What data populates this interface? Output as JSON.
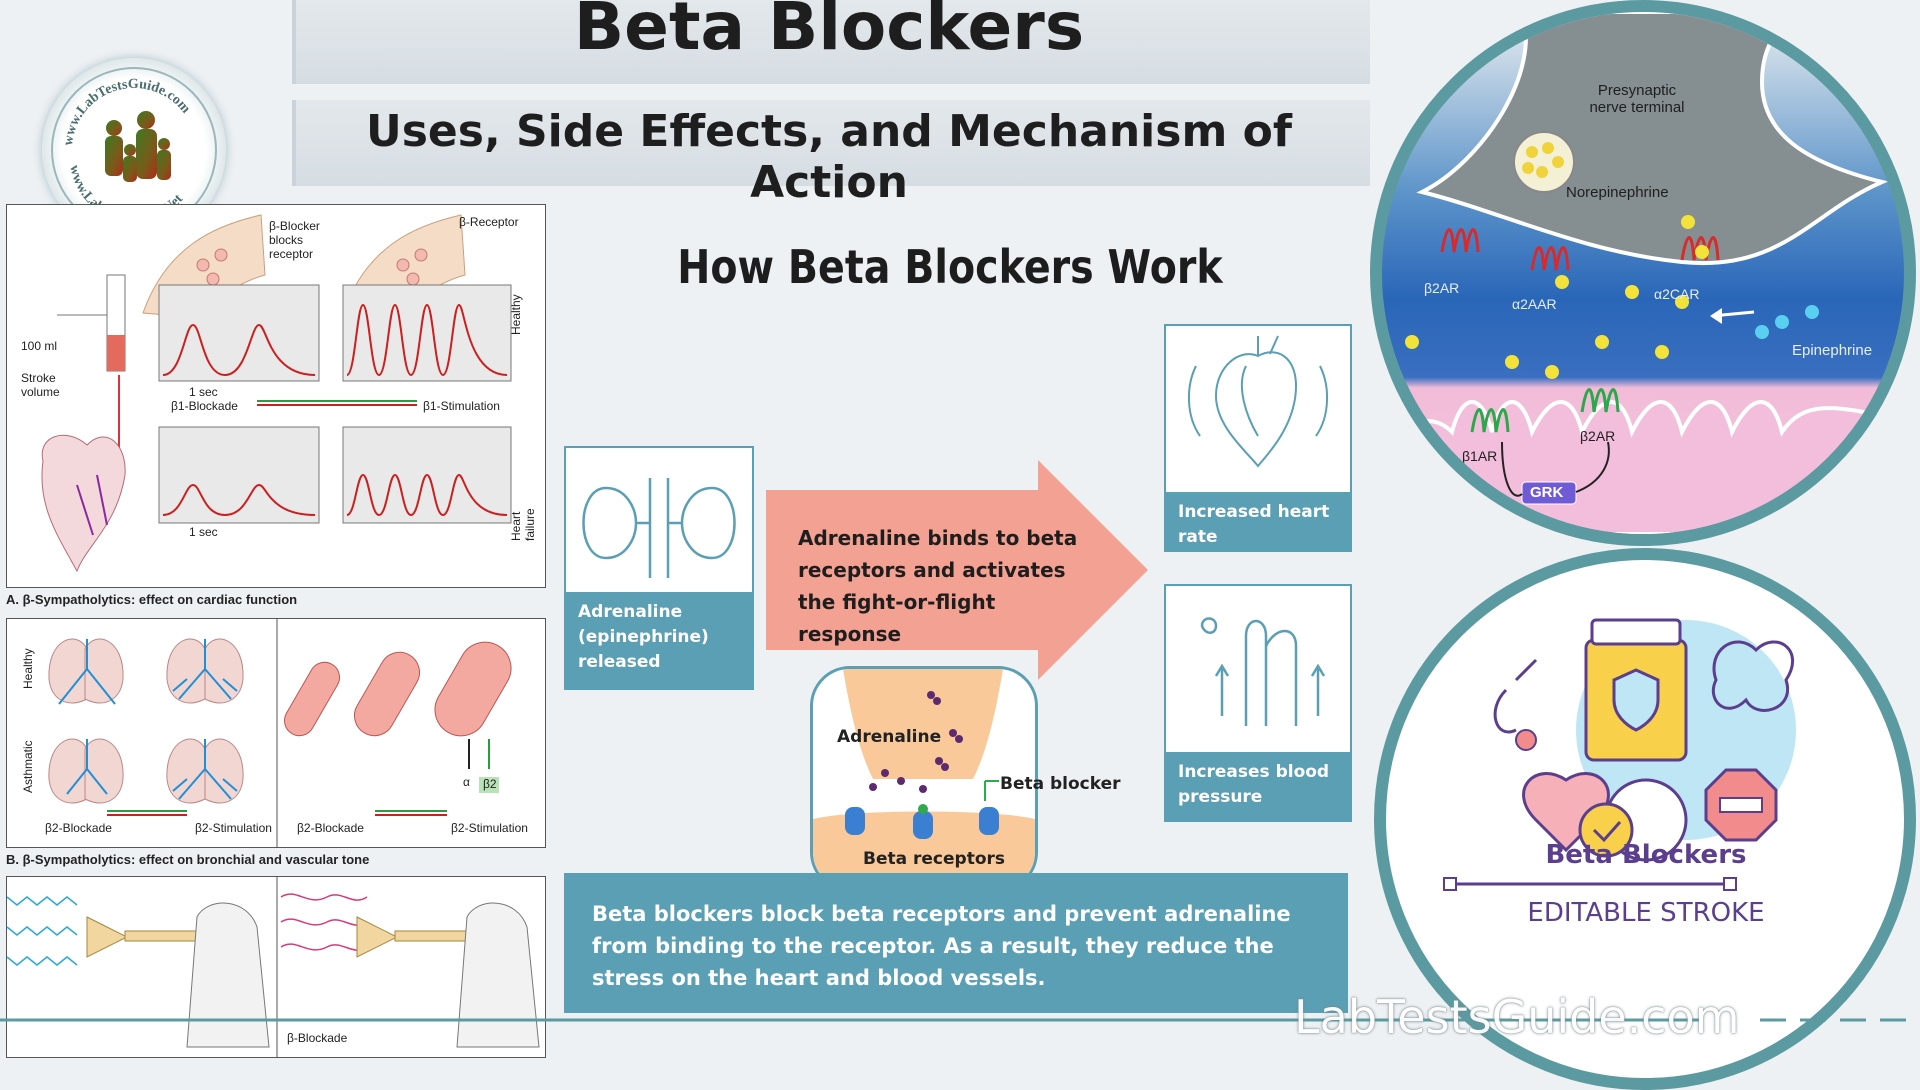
{
  "header": {
    "title": "Beta Blockers",
    "subtitle": "Uses, Side Effects, and Mechanism of Action"
  },
  "logo": {
    "text_top": "www.LabTestsGuide.com",
    "text_bottom": "www.LabTestsGuide.Net"
  },
  "left_figure": {
    "top_labels": {
      "blocker": "β-Blocker blocks receptor",
      "receptor": "β-Receptor"
    },
    "stroke_volume": "100 ml",
    "stroke_label": "Stroke volume",
    "one_sec": "1 sec",
    "beta1_blockade": "β1-Blockade",
    "beta1_stimulation": "β1-Stimulation",
    "healthy": "Healthy",
    "heart_failure": "Heart failure",
    "caption_a": "A. β-Sympatholytics: effect on cardiac function",
    "lungs_healthy": "Healthy",
    "lungs_asthmatic": "Asthmatic",
    "beta2_blockade": "β2-Blockade",
    "beta2_stimulation": "β2-Stimulation",
    "alpha": "α",
    "beta2": "β2",
    "caption_b": "B. β-Sympatholytics: effect on bronchial and vascular tone",
    "trumpet_label": "β-Blockade"
  },
  "infographic": {
    "heading": "How Beta Blockers Work",
    "adrenaline_card": "Adrenaline (epinephrine) released",
    "arrow_text": "Adrenaline binds to beta receptors and activates the fight-or-flight response",
    "heart_card": "Increased heart rate",
    "pressure_card": "Increases blood pressure",
    "synapse_adrenaline": "Adrenaline",
    "synapse_blocker": "Beta blocker",
    "synapse_receptors": "Beta receptors",
    "bottom_text": "Beta blockers block beta receptors and prevent adrenaline from binding to the receptor. As a result, they reduce the stress on the heart and blood vessels."
  },
  "synapse_circle": {
    "presynaptic": "Presynaptic nerve terminal",
    "norepinephrine": "Norepinephrine",
    "b2ar_left": "β2AR",
    "a2a": "α2AAR",
    "a2c": "α2CAR",
    "epinephrine": "Epinephrine",
    "b1ar": "β1AR",
    "b2ar_right": "β2AR",
    "grk": "GRK"
  },
  "icon_circle": {
    "title": "Beta Blockers",
    "subtitle": "EDITABLE STROKE"
  },
  "watermark": "LabTestsGuide.com",
  "colors": {
    "teal": "#5a9fb4",
    "salmon": "#f2a192",
    "circle_border": "#5b9aa0",
    "background": "#eef1f4"
  }
}
